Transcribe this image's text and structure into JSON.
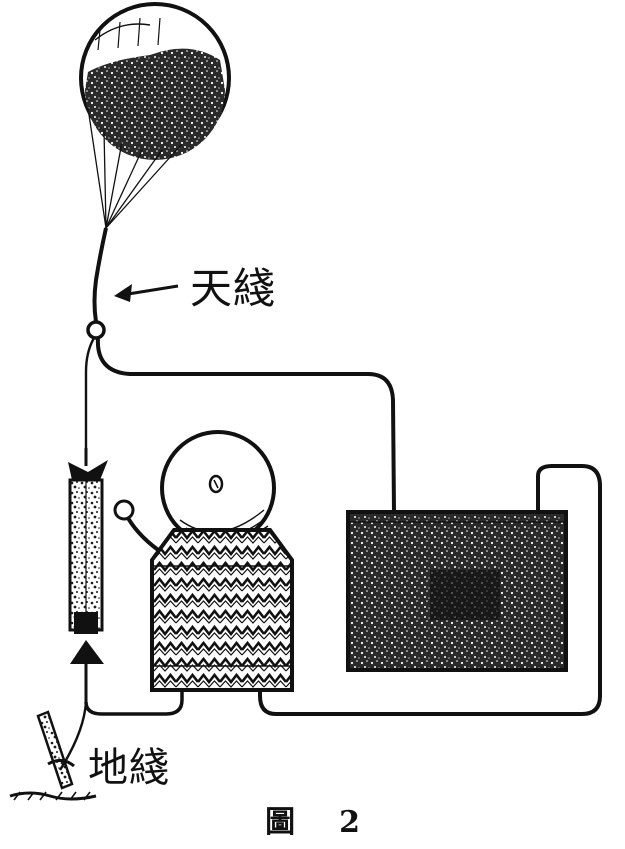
{
  "labels": {
    "antenna": "天綫",
    "ground": "地綫"
  },
  "caption": {
    "char": "圖",
    "number": "2"
  },
  "colors": {
    "ink": "#111111",
    "paper": "#ffffff"
  },
  "components": {
    "balloon": "balloon-icon",
    "arrow": "arrow-left-icon",
    "ring": "ring-icon",
    "coherer": "coherer-tube-icon",
    "bell": "bell-icon",
    "battery": "battery-icon",
    "ground_stake": "ground-stake-icon"
  }
}
